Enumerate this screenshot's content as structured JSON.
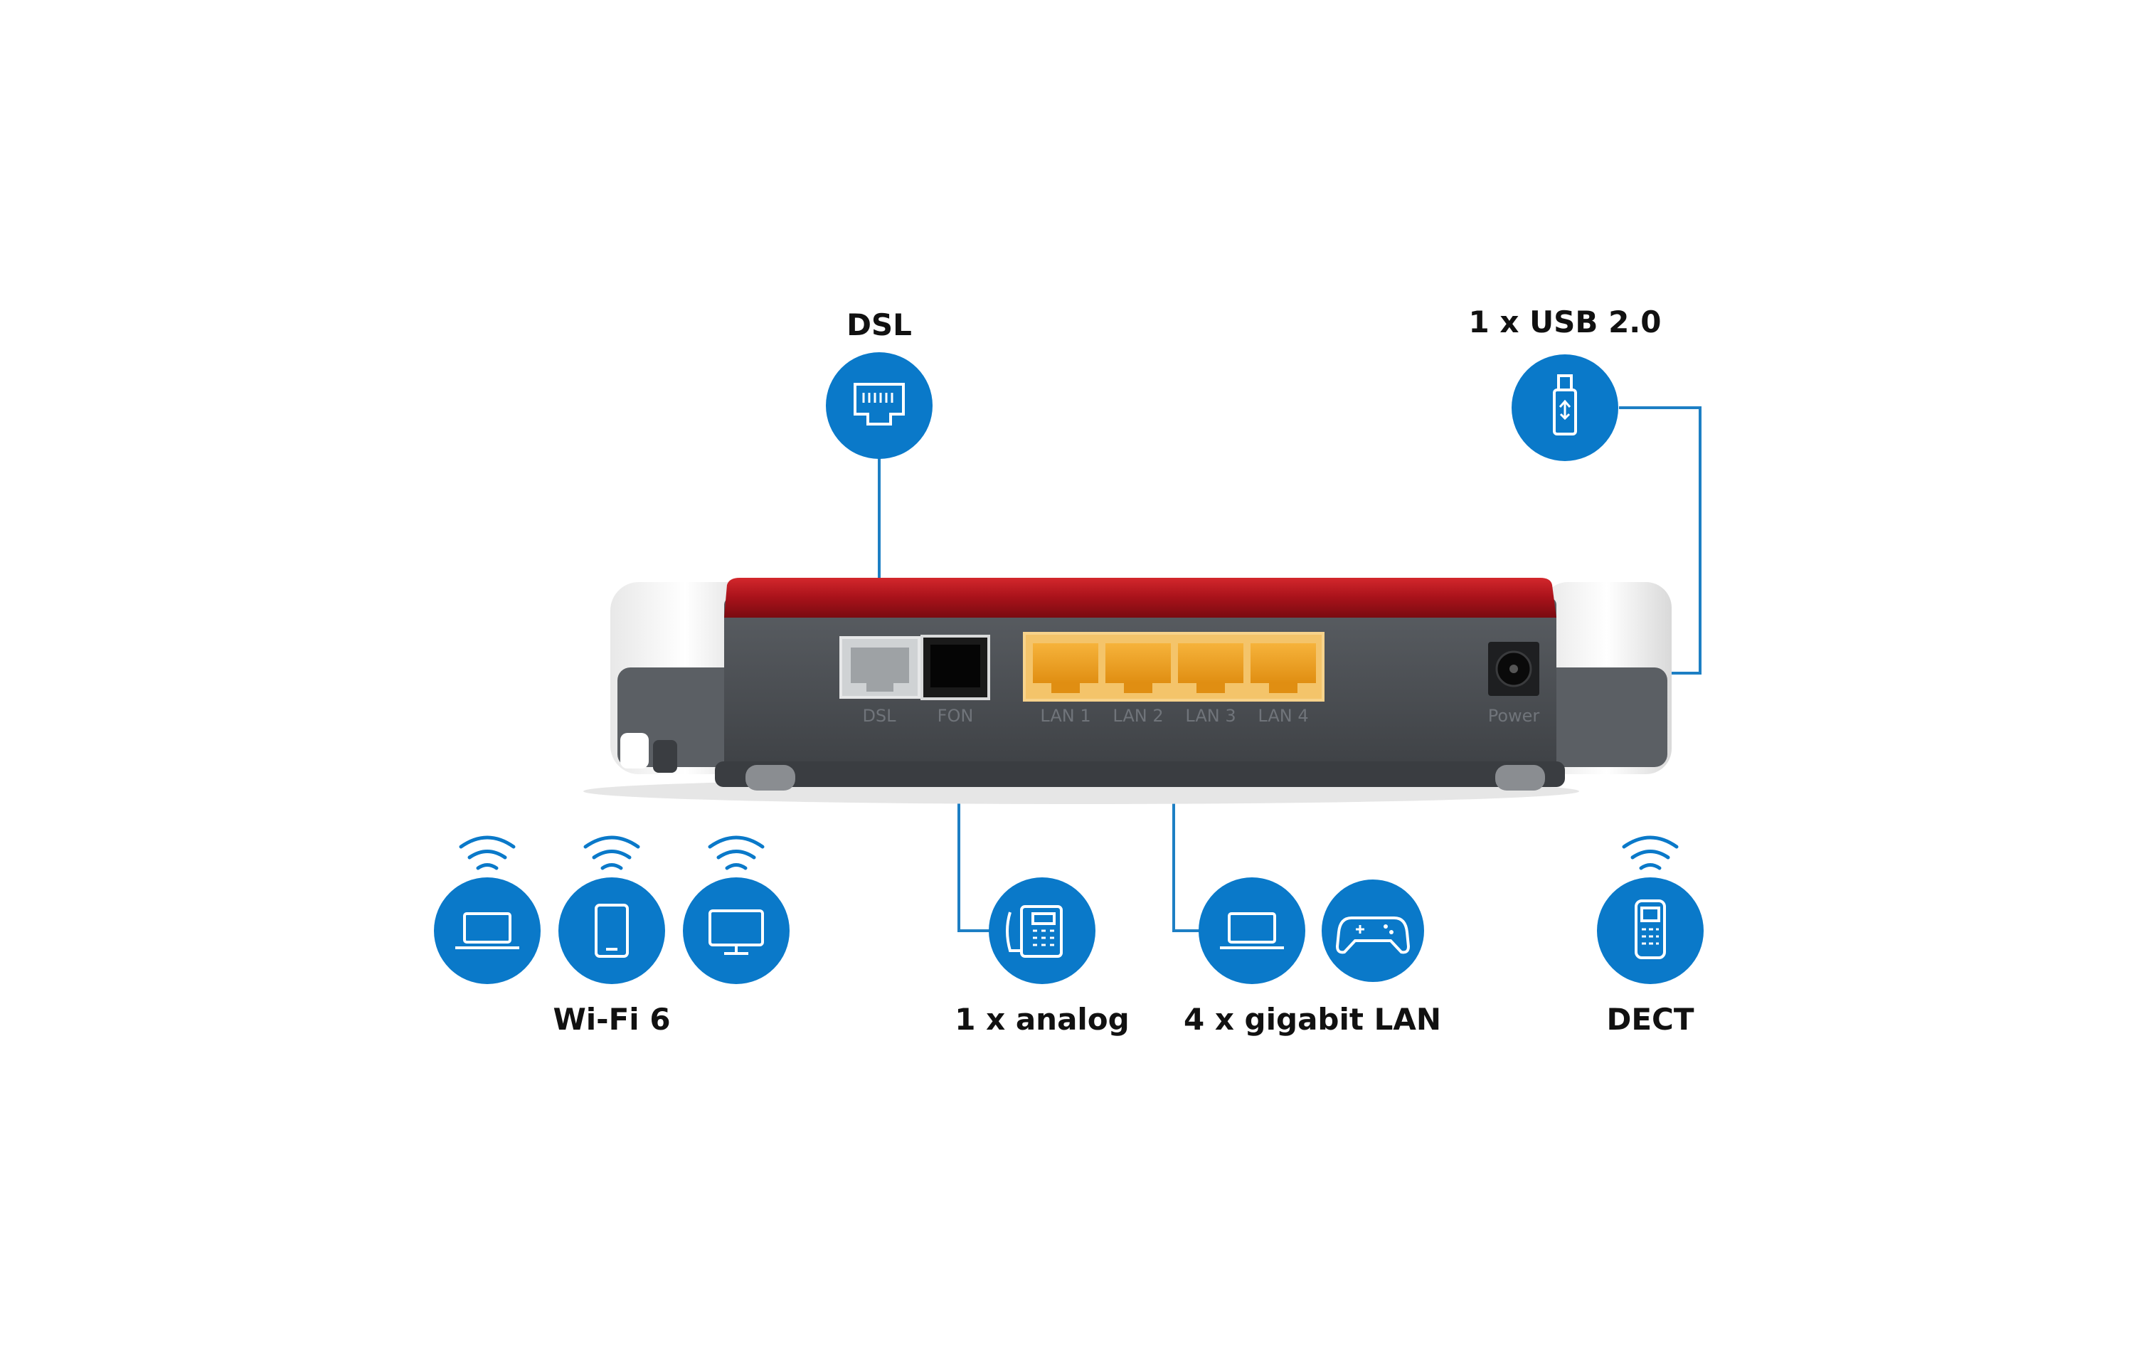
{
  "labels": {
    "dsl": "DSL",
    "usb": "1 x USB 2.0",
    "wifi": "Wi-Fi 6",
    "analog": "1 x analog",
    "lan": "4 x gigabit LAN",
    "dect": "DECT"
  },
  "ports": {
    "dsl": "DSL",
    "fon": "FON",
    "lan1": "LAN 1",
    "lan2": "LAN 2",
    "lan3": "LAN 3",
    "lan4": "LAN 4",
    "power": "Power"
  },
  "colors": {
    "accent": "#0a79c9",
    "connector": "#1d7fc4",
    "router_red": "#b3151b",
    "router_body": "#4a4d52",
    "lan_port": "#f0a022"
  },
  "icons": {
    "dsl": "ethernet-port-icon",
    "usb": "usb-stick-icon",
    "wifi": [
      "laptop-icon",
      "tablet-icon",
      "monitor-icon"
    ],
    "analog": "desk-phone-icon",
    "lan": [
      "laptop-icon",
      "gamepad-icon"
    ],
    "dect": "cordless-phone-icon"
  }
}
